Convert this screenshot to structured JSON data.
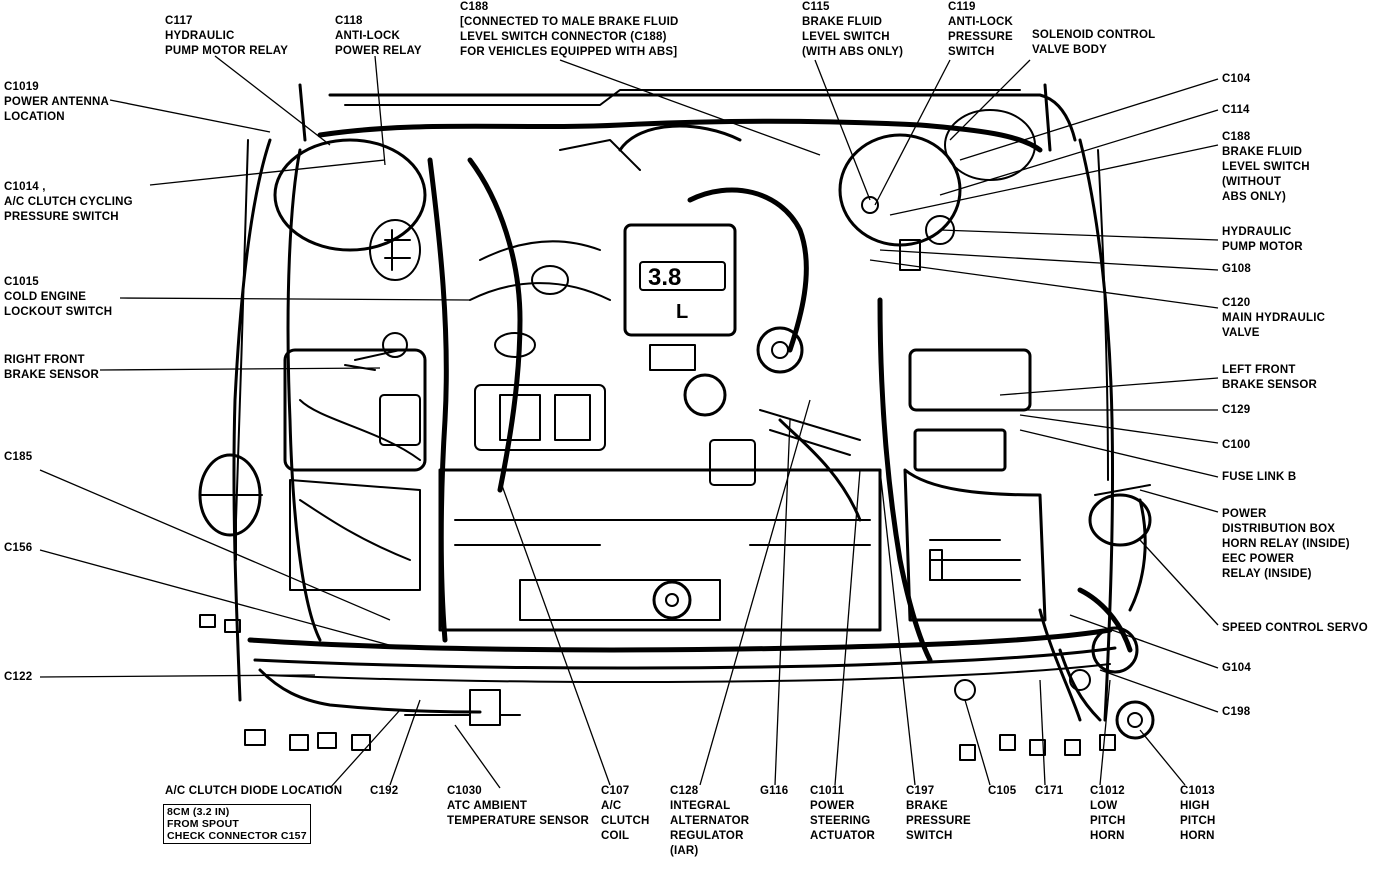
{
  "labels": {
    "c117": "C117\nHYDRAULIC\nPUMP MOTOR RELAY",
    "c118": "C118\nANTI-LOCK\nPOWER RELAY",
    "c188_top": "C188\n[CONNECTED TO MALE BRAKE FLUID\nLEVEL SWITCH CONNECTOR (C188)\nFOR VEHICLES EQUIPPED WITH ABS]",
    "c115": "C115\nBRAKE FLUID\nLEVEL SWITCH\n(WITH ABS ONLY)",
    "c119": "C119\nANTI-LOCK\nPRESSURE\nSWITCH",
    "solenoid": "SOLENOID CONTROL\nVALVE BODY",
    "c1019": "C1019\nPOWER ANTENNA\nLOCATION",
    "c1014": "C1014 ,\nA/C CLUTCH CYCLING\nPRESSURE SWITCH",
    "c1015": "C1015\nCOLD ENGINE\nLOCKOUT SWITCH",
    "right_front_brake": "RIGHT FRONT\nBRAKE SENSOR",
    "c185": "C185",
    "c156": "C156",
    "c122": "C122",
    "c104": "C104",
    "c114": "C114",
    "c188_right": "C188\nBRAKE FLUID\nLEVEL SWITCH\n(WITHOUT\nABS ONLY)",
    "hydraulic_pump_motor": "HYDRAULIC\nPUMP MOTOR",
    "g108": "G108",
    "c120": "C120\nMAIN HYDRAULIC\nVALVE",
    "left_front_brake": "LEFT FRONT\nBRAKE SENSOR",
    "c129": "C129",
    "c100": "C100",
    "fuse_link_b": "FUSE LINK B",
    "power_dist": "POWER\nDISTRIBUTION BOX\nHORN RELAY (INSIDE)\nEEC POWER\nRELAY (INSIDE)",
    "speed_control": "SPEED CONTROL SERVO",
    "g104": "G104",
    "c198": "C198",
    "ac_diode": "A/C CLUTCH DIODE LOCATION",
    "spout_note": "8CM (3.2 IN)\nFROM SPOUT\nCHECK CONNECTOR C157",
    "c192": "C192",
    "c1030": "C1030\nATC AMBIENT\nTEMPERATURE SENSOR",
    "c107": "C107\nA/C\nCLUTCH\nCOIL",
    "c128": "C128\nINTEGRAL\nALTERNATOR\nREGULATOR\n(IAR)",
    "g116": "G116",
    "c1011": "C1011\nPOWER\nSTEERING\nACTUATOR",
    "c197": "C197\nBRAKE\nPRESSURE\nSWITCH",
    "c105": "C105",
    "c171": "C171",
    "c1012": "C1012\nLOW\nPITCH\nHORN",
    "c1013": "C1013\nHIGH\nPITCH\nHORN"
  },
  "engine_badge": "3.8",
  "engine_badge_sub": "L"
}
